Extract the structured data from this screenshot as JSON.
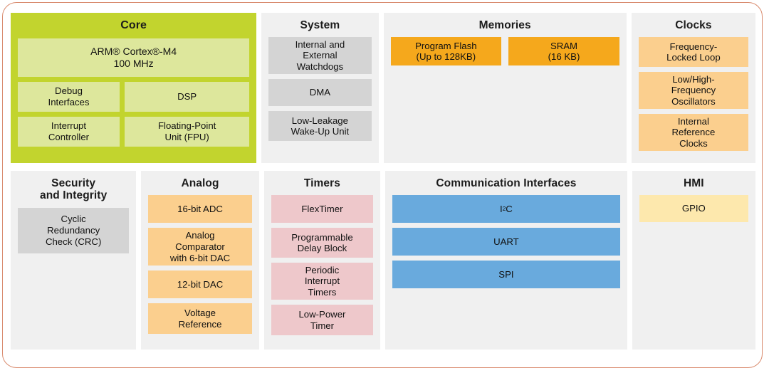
{
  "diagram": {
    "border_color": "#d98b6e",
    "panel_bg": "#f0f0f0",
    "rows": [
      {
        "panels": [
          {
            "title": "Core",
            "accent": "#c2d42e",
            "blocks": [
              {
                "label": "ARM® Cortex®-M4\n100 MHz",
                "color": "#dde79c"
              },
              {
                "label": "Debug\nInterfaces",
                "color": "#dde79c"
              },
              {
                "label": "DSP",
                "color": "#dde79c"
              },
              {
                "label": "Interrupt\nController",
                "color": "#dde79c"
              },
              {
                "label": "Floating-Point\nUnit (FPU)",
                "color": "#dde79c"
              }
            ]
          },
          {
            "title": "System",
            "accent": "#d4d4d4",
            "blocks": [
              {
                "label": "Internal and\nExternal\nWatchdogs",
                "color": "#d4d4d4"
              },
              {
                "label": "DMA",
                "color": "#d4d4d4"
              },
              {
                "label": "Low-Leakage\nWake-Up Unit",
                "color": "#d4d4d4"
              }
            ]
          },
          {
            "title": "Memories",
            "accent": "#f5a81c",
            "blocks": [
              {
                "label": "Program Flash\n(Up to 128KB)",
                "color": "#f5a81c"
              },
              {
                "label": "SRAM\n(16 KB)",
                "color": "#f5a81c"
              }
            ]
          },
          {
            "title": "Clocks",
            "accent": "#fbcf8e",
            "blocks": [
              {
                "label": "Frequency-\nLocked Loop",
                "color": "#fbcf8e"
              },
              {
                "label": "Low/High-\nFrequency\nOscillators",
                "color": "#fbcf8e"
              },
              {
                "label": "Internal\nReference\nClocks",
                "color": "#fbcf8e"
              }
            ]
          }
        ]
      },
      {
        "panels": [
          {
            "title": "Security\nand Integrity",
            "accent": "#d4d4d4",
            "blocks": [
              {
                "label": "Cyclic\nRedundancy\nCheck (CRC)",
                "color": "#d4d4d4"
              }
            ]
          },
          {
            "title": "Analog",
            "accent": "#fbcf8e",
            "blocks": [
              {
                "label": "16-bit ADC",
                "color": "#fbcf8e"
              },
              {
                "label": "Analog\nComparator\nwith 6-bit DAC",
                "color": "#fbcf8e"
              },
              {
                "label": "12-bit DAC",
                "color": "#fbcf8e"
              },
              {
                "label": "Voltage\nReference",
                "color": "#fbcf8e"
              }
            ]
          },
          {
            "title": "Timers",
            "accent": "#eec8cb",
            "blocks": [
              {
                "label": "FlexTimer",
                "color": "#eec8cb"
              },
              {
                "label": "Programmable\nDelay Block",
                "color": "#eec8cb"
              },
              {
                "label": "Periodic\nInterrupt\nTimers",
                "color": "#eec8cb"
              },
              {
                "label": "Low-Power\nTimer",
                "color": "#eec8cb"
              }
            ]
          },
          {
            "title": "Communication Interfaces",
            "accent": "#69aadd",
            "blocks": [
              {
                "label": "I²C",
                "color": "#69aadd"
              },
              {
                "label": "UART",
                "color": "#69aadd"
              },
              {
                "label": "SPI",
                "color": "#69aadd"
              }
            ]
          },
          {
            "title": "HMI",
            "accent": "#fde8ad",
            "blocks": [
              {
                "label": "GPIO",
                "color": "#fde8ad"
              }
            ]
          }
        ]
      }
    ]
  },
  "core": {
    "title": "Core",
    "cpu": "ARM® Cortex®-M4\n100 MHz",
    "debug": "Debug\nInterfaces",
    "dsp": "DSP",
    "interrupt": "Interrupt\nController",
    "fpu": "Floating-Point\nUnit (FPU)"
  },
  "system": {
    "title": "System",
    "watchdogs": "Internal and\nExternal\nWatchdogs",
    "dma": "DMA",
    "wakeup": "Low-Leakage\nWake-Up Unit"
  },
  "memories": {
    "title": "Memories",
    "flash": "Program Flash\n(Up to 128KB)",
    "sram": "SRAM\n(16 KB)"
  },
  "clocks": {
    "title": "Clocks",
    "fll": "Frequency-\nLocked Loop",
    "oscillators": "Low/High-\nFrequency\nOscillators",
    "reference": "Internal\nReference\nClocks"
  },
  "security": {
    "title": "Security\nand Integrity",
    "crc": "Cyclic\nRedundancy\nCheck (CRC)"
  },
  "analog": {
    "title": "Analog",
    "adc": "16-bit ADC",
    "comparator": "Analog\nComparator\nwith 6-bit DAC",
    "dac": "12-bit DAC",
    "vref": "Voltage\nReference"
  },
  "timers": {
    "title": "Timers",
    "flextimer": "FlexTimer",
    "pdb": "Programmable\nDelay Block",
    "pit": "Periodic\nInterrupt\nTimers",
    "lptmr": "Low-Power\nTimer"
  },
  "communication": {
    "title": "Communication Interfaces",
    "uart": "UART",
    "spi": "SPI"
  },
  "hmi": {
    "title": "HMI",
    "gpio": "GPIO"
  }
}
